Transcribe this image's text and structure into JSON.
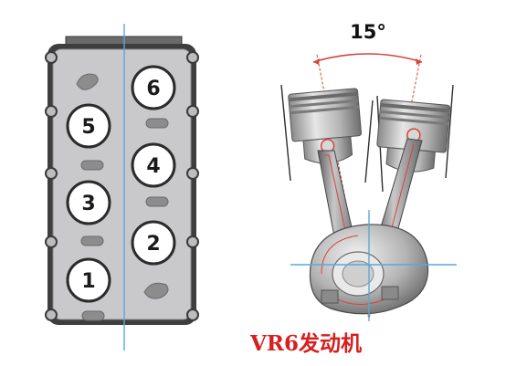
{
  "diagram": {
    "caption": "VR6发动机",
    "angle_label": "15°",
    "cylinders": [
      "1",
      "2",
      "3",
      "4",
      "5",
      "6"
    ]
  },
  "colors": {
    "block_fill": "#c9c9cb",
    "block_stroke": "#505050",
    "axis_line": "#5aa8d8",
    "angle_arc": "#d8423a",
    "caption": "#d81e1e",
    "metal_light": "#dcdcdc",
    "metal_dark": "#7a7a7a"
  }
}
